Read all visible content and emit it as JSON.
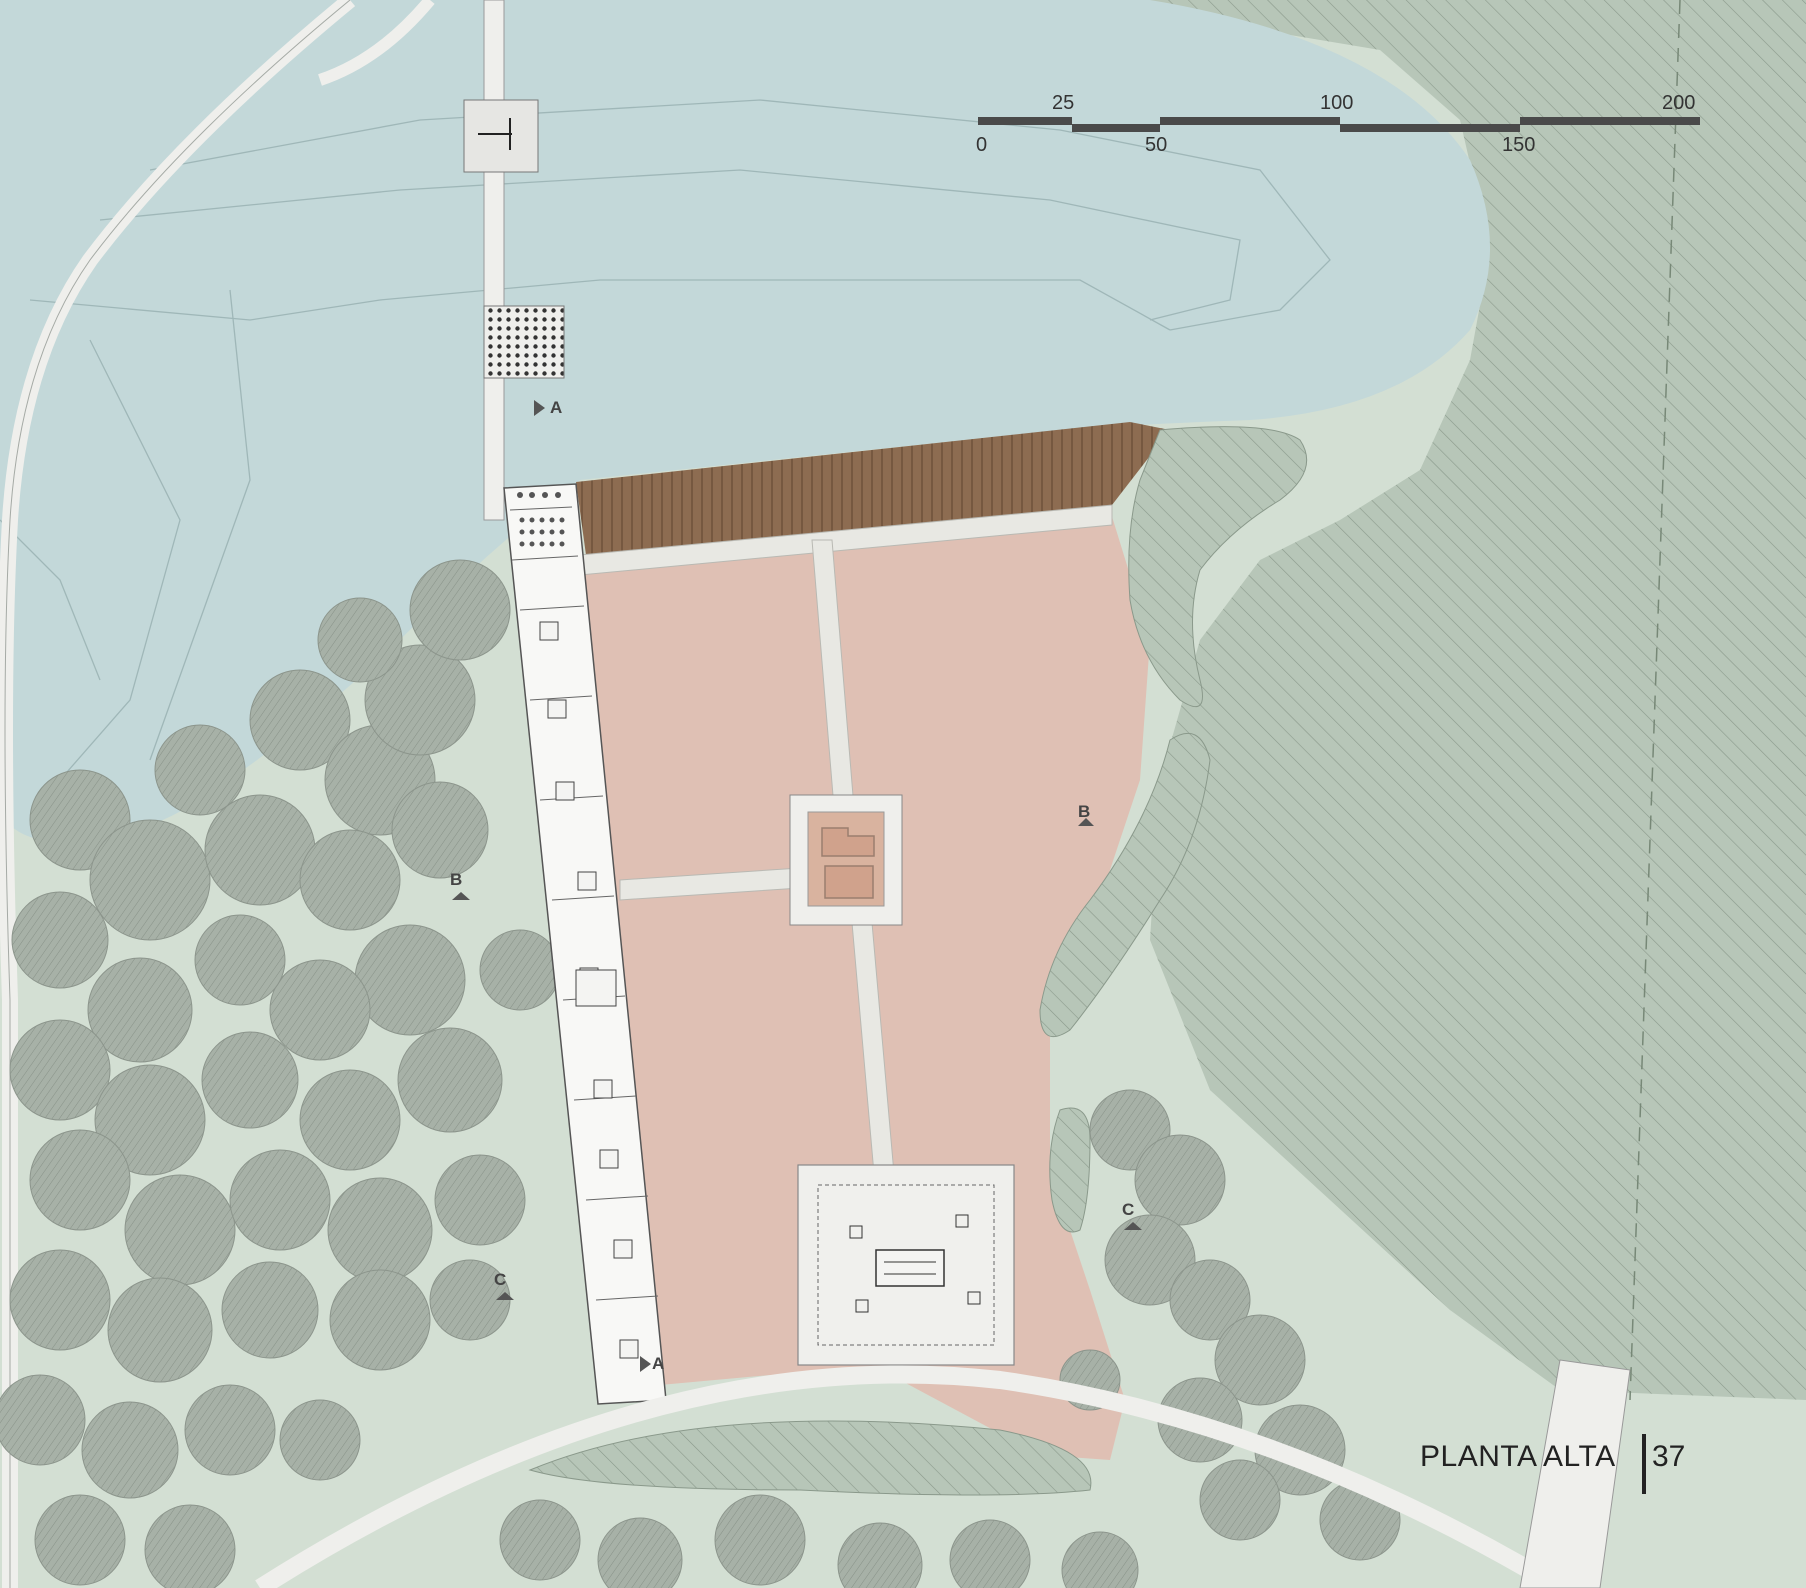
{
  "scale_bar": {
    "ticks": [
      "0",
      "25",
      "50",
      "100",
      "150",
      "200"
    ]
  },
  "section_markers": {
    "a": "A",
    "b": "B",
    "c": "C"
  },
  "title": "PLANTA ALTA",
  "page_number": "37",
  "colors": {
    "water": "#c3d8d9",
    "grass": "#d3dfd3",
    "field": "#dfc0b4",
    "hatched_field": "#b5c4b6",
    "deck": "#8a6a4f",
    "tree": "#a9b3a9",
    "path": "#efefec",
    "building": "#f8f8f6",
    "scale_bar": "#4a4a4a"
  }
}
